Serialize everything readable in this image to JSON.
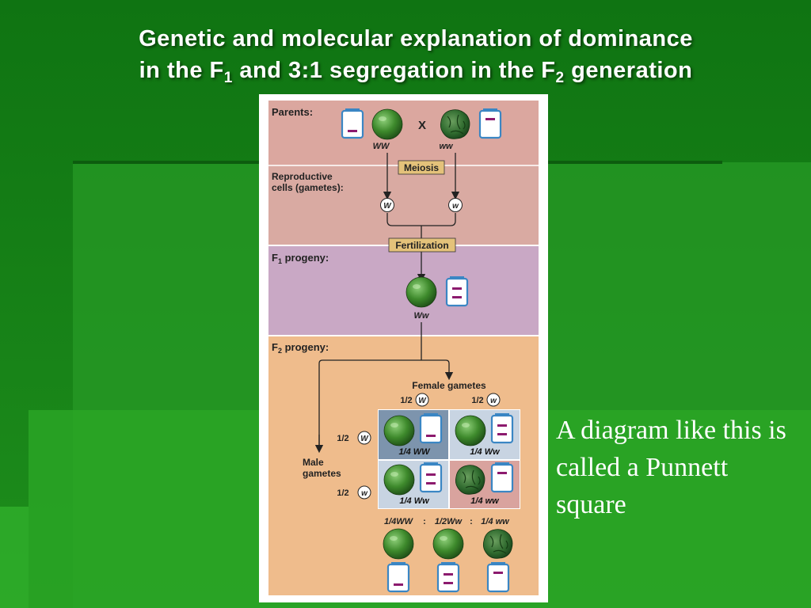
{
  "slide": {
    "title_line1": "Genetic and molecular explanation of dominance",
    "title_line2_part1": "in the F",
    "title_line2_sub1": "1",
    "title_line2_part2": " and 3:1 segregation in the F",
    "title_line2_sub2": "2",
    "title_line2_part3": " generation",
    "caption": "A diagram like this is called a Punnett square"
  },
  "diagram": {
    "parents_label": "Parents:",
    "cross_symbol": "X",
    "parent1_genotype": "WW",
    "parent2_genotype": "ww",
    "meiosis_label": "Meiosis",
    "gametes_label_line1": "Reproductive",
    "gametes_label_line2": "cells (gametes):",
    "gamete1_allele": "W",
    "gamete2_allele": "w",
    "fertilization_label": "Fertilization",
    "f1_label": "F",
    "f1_label_sub": "1",
    "f1_label_rest": " progeny:",
    "f1_genotype": "Ww",
    "f2_label": "F",
    "f2_label_sub": "2",
    "f2_label_rest": " progeny:",
    "female_gametes_label": "Female gametes",
    "female_gamete1_fraction": "1/2",
    "female_gamete1_allele": "W",
    "female_gamete2_fraction": "1/2",
    "female_gamete2_allele": "w",
    "male_gametes_label_line1": "Male",
    "male_gametes_label_line2": "gametes",
    "male_gamete1_fraction": "1/2",
    "male_gamete1_allele": "W",
    "male_gamete2_fraction": "1/2",
    "male_gamete2_allele": "w",
    "cell_ww_dom": "1/4 WW",
    "cell_wrow1_het": "1/4 Ww",
    "cell_wrow2_het": "1/4 Ww",
    "cell_ww_rec": "1/4 ww",
    "ratio_part1": "1/4WW",
    "ratio_sep1": ":",
    "ratio_part2": "1/2Ww",
    "ratio_sep2": ":",
    "ratio_part3": "1/4 ww"
  },
  "colors": {
    "background": "#1f8a1f",
    "parents_band": "#dba79f",
    "gametes_band": "#d6a49c",
    "f1_band": "#c8a6c3",
    "f2_band": "#efbc8c",
    "punnett_dark": "#7d94ad",
    "punnett_light": "#c8d4e2",
    "punnett_pink": "#d9a39e",
    "pea_green": "#3e8a2c",
    "chromosome_blue": "#3a86c4",
    "allele_mark": "#8c1a6e",
    "label_box": "#e4c27a"
  }
}
